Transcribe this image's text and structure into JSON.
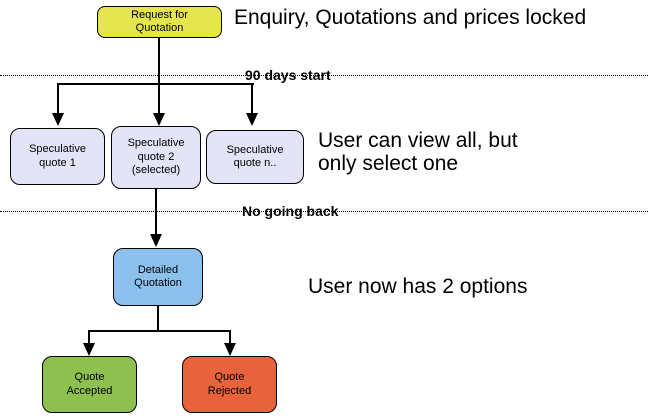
{
  "diagram": {
    "nodes": {
      "request": {
        "label": "Request for\nQuotation",
        "fill": "#e5e54e"
      },
      "spec1": {
        "label": "Speculative\nquote 1",
        "fill": "#e4e4f8"
      },
      "spec2": {
        "label": "Speculative\nquote 2\n(selected)",
        "fill": "#e4e4f8"
      },
      "spec3": {
        "label": "Speculative\nquote n..",
        "fill": "#e4e4f8"
      },
      "detailed": {
        "label": "Detailed\nQuotation",
        "fill": "#8cc1ee"
      },
      "accepted": {
        "label": "Quote\nAccepted",
        "fill": "#8dc04e"
      },
      "rejected": {
        "label": "Quote\nRejected",
        "fill": "#e8623c"
      }
    },
    "separators": {
      "first": {
        "label": "90 days start"
      },
      "second": {
        "label": "No going back"
      }
    },
    "annotations": {
      "enquiry": "Enquiry, Quotations and prices locked",
      "view": "User can view all, but\nonly select one",
      "options": "User now has 2 options"
    },
    "colors": {
      "line": "#000000",
      "background": "#ffffff",
      "request_fill": "#e5e54e",
      "speculative_fill": "#e4e4f8",
      "detailed_fill": "#8cc1ee",
      "accepted_fill": "#8dc04e",
      "rejected_fill": "#e8623c"
    }
  }
}
